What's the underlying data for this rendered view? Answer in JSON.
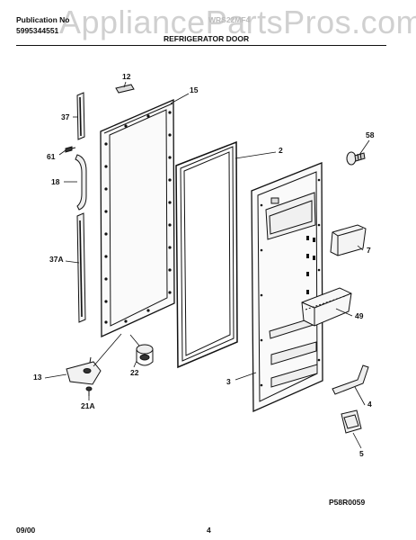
{
  "header": {
    "publication_label": "Publication No",
    "publication_number": "5995344551",
    "model": "WRS22MF4",
    "section_title": "REFRIGERATOR DOOR"
  },
  "watermark": "AppliancePartsPros.com",
  "callouts": {
    "c12": "12",
    "c15": "15",
    "c37": "37",
    "c61": "61",
    "c18": "18",
    "c2": "2",
    "c58": "58",
    "c7": "7",
    "c37a": "37A",
    "c49": "49",
    "c3": "3",
    "c4": "4",
    "c13": "13",
    "c22": "22",
    "c21a": "21A",
    "c5": "5"
  },
  "footer": {
    "figure_code": "P58R0059",
    "date": "09/00",
    "page": "4"
  }
}
